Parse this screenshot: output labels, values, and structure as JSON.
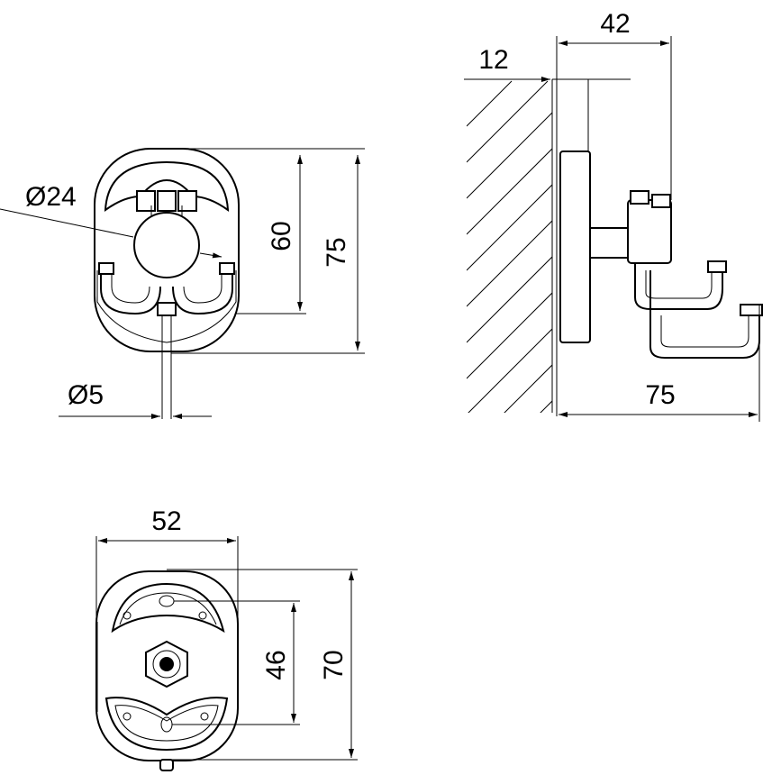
{
  "drawing": {
    "front_view": {
      "dims": {
        "height_60": "60",
        "height_75": "75",
        "dia_24": "Ø24",
        "dia_5": "Ø5"
      }
    },
    "side_view": {
      "dims": {
        "depth_12": "12",
        "depth_42": "42",
        "depth_75": "75"
      }
    },
    "back_view": {
      "dims": {
        "width_52": "52",
        "height_46": "46",
        "height_70": "70"
      }
    },
    "colors": {
      "line": "#000000",
      "background": "#ffffff"
    }
  }
}
